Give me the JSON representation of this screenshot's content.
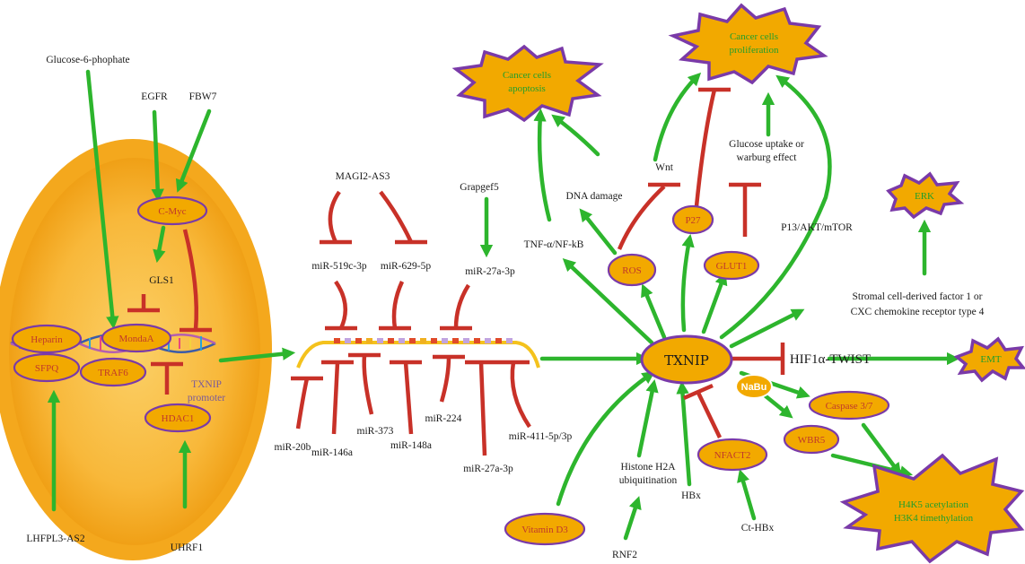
{
  "colors": {
    "activation": "#2db52d",
    "inhibition": "#c83128",
    "node_fill": "#f2a900",
    "node_border": "#7a3aa8",
    "cell_outer": "#f4a81d",
    "cell_inner": "#f9c64a",
    "outcome_text": "#1f9e2c",
    "node_text": "#c0392b"
  },
  "upstream": {
    "glucose": "Glucose-6-phophate",
    "egfr": "EGFR",
    "fbw7": "FBW7",
    "gls1": "GLS1",
    "lhfpl3": "LHFPL3-AS2",
    "uhrf1": "UHRF1",
    "txnip_promoter_1": "TXNIP",
    "txnip_promoter_2": "promoter"
  },
  "cell_nodes": {
    "cmyc": "C-Myc",
    "heparin": "Heparin",
    "mondaa": "MondaA",
    "sfpq": "SFPQ",
    "traf6": "TRAF6",
    "hdac1": "HDAC1"
  },
  "mirnas": {
    "magi2": "MAGI2-AS3",
    "mir519c": "miR-519c-3p",
    "mir629": "miR-629-5p",
    "grapgef5": "Grapgef5",
    "mir27a_top": "miR-27a-3p",
    "mir20b": "miR-20b",
    "mir146a": "miR-146a",
    "mir373": "miR-373",
    "mir148a": "miR-148a",
    "mir224": "miR-224",
    "mir27a_bottom": "miR-27a-3p",
    "mir411": "miR-411-5p/3p"
  },
  "hub": {
    "txnip": "TXNIP"
  },
  "downstream": {
    "tnf": "TNF-α/NF-kB",
    "dna_damage": "DNA damage",
    "wnt": "Wnt",
    "glucose_uptake_1": "Glucose uptake or",
    "glucose_uptake_2": "warburg effect",
    "pi3k": "P13/AKT/mTOR",
    "ros": "ROS",
    "p27": "P27",
    "glut1": "GLUT1",
    "stromal_1": "Stromal cell-derived factor 1 or",
    "stromal_2": "CXC chemokine receptor type 4",
    "hif": "HIF1α-TWIST",
    "nabu": "NaBu",
    "caspase": "Caspase 3/7",
    "wbr5": "WBR5",
    "nfact2": "NFACT2",
    "histone_1": "Histone H2A",
    "histone_2": "ubiquitination",
    "rnf2": "RNF2",
    "vitd3": "Vitamin D3",
    "hbx": "HBx",
    "cthbx": "Ct-HBx"
  },
  "outcomes": {
    "apoptosis_1": "Cancer cells",
    "apoptosis_2": "apoptosis",
    "prolif_1": "Cancer cells",
    "prolif_2": "proliferation",
    "erk": "ERK",
    "emt": "EMT",
    "h4k5": "H4K5 acetylation",
    "h3k4": "H3K4 timethylation"
  }
}
